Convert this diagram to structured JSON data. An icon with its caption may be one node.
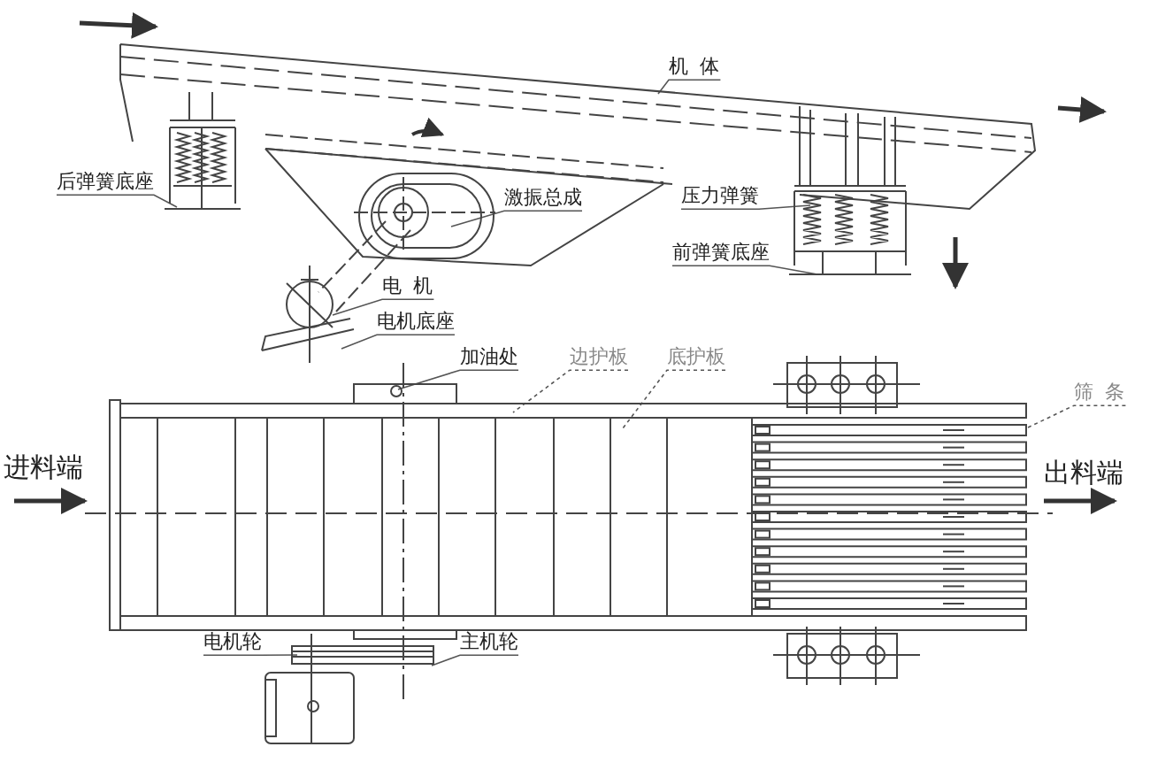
{
  "diagram": {
    "nodes": [
      {
        "text": [
          "机体"
        ]
      },
      {
        "text": [
          "后弹簧底座"
        ]
      },
      {
        "text": [
          "激振总成"
        ]
      },
      {
        "text": [
          "压力弹簧"
        ]
      },
      {
        "text": [
          "前弹簧底座"
        ]
      },
      {
        "text": [
          "电机"
        ]
      },
      {
        "text": [
          "电机底座"
        ]
      },
      {
        "text": [
          "加油处"
        ]
      },
      {
        "text": [
          "边护板"
        ]
      },
      {
        "text": [
          "底护板"
        ]
      },
      {
        "text": [
          "筛条"
        ]
      },
      {
        "text": [
          "电机轮"
        ]
      },
      {
        "text": [
          "主机轮"
        ]
      }
    ],
    "edges": [
      {
        "from": 0,
        "to": null,
        "arrow": "none"
      },
      {
        "from": 1,
        "to": null,
        "arrow": "none"
      },
      {
        "from": 2,
        "to": null,
        "arrow": "none"
      },
      {
        "from": 3,
        "to": null,
        "arrow": "none"
      },
      {
        "from": 4,
        "to": null,
        "arrow": "none"
      },
      {
        "from": 5,
        "to": null,
        "arrow": "none"
      },
      {
        "from": 6,
        "to": null,
        "arrow": "none"
      },
      {
        "from": 7,
        "to": null,
        "arrow": "none"
      },
      {
        "from": 8,
        "to": null,
        "arrow": "none",
        "style": "dashed"
      },
      {
        "from": 9,
        "to": null,
        "arrow": "none",
        "style": "dashed"
      },
      {
        "from": 10,
        "to": null,
        "arrow": "none",
        "style": "dashed"
      },
      {
        "from": 11,
        "to": null,
        "arrow": "none"
      },
      {
        "from": 12,
        "to": null,
        "arrow": "none"
      }
    ],
    "labels": [
      "进料端",
      "出料端"
    ]
  }
}
